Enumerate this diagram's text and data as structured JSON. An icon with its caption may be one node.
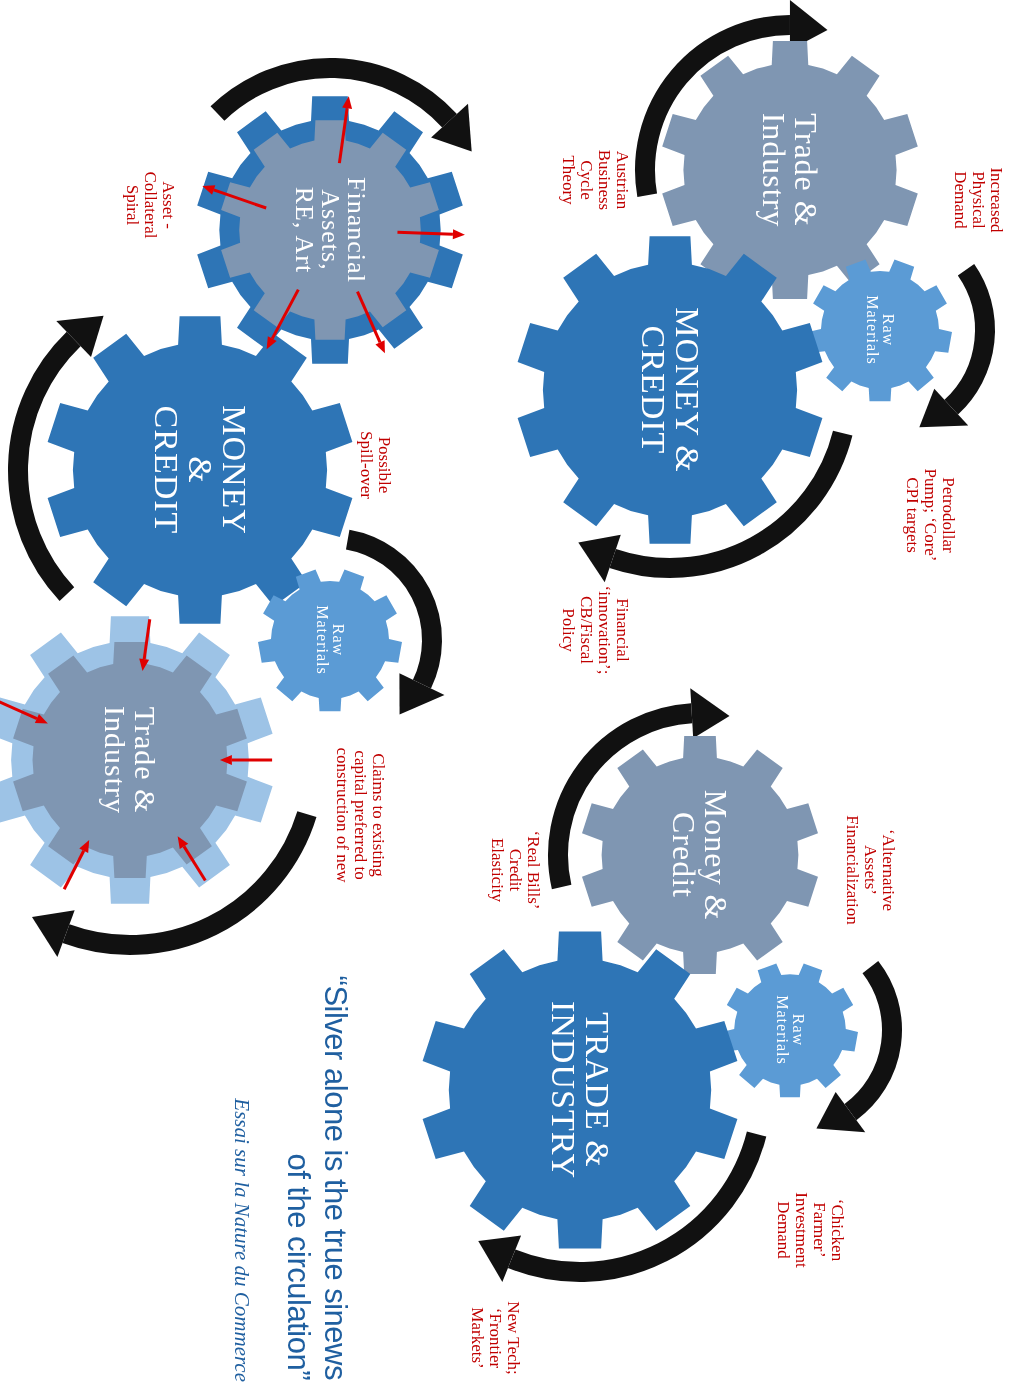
{
  "diagram": {
    "title": "“Silver alone is the true sinews of the circulation”",
    "caption": "Essai sur la Nature du Commerce",
    "nodes": [
      {
        "text": [
          "Trade & Industry"
        ]
      },
      {
        "text": [
          "Raw Materials"
        ]
      },
      {
        "text": [
          "MONEY & CREDIT"
        ]
      },
      {
        "text": [
          "Money & Credit"
        ]
      },
      {
        "text": [
          "Raw Materials"
        ]
      },
      {
        "text": [
          "TRADE & INDUSTRY"
        ]
      },
      {
        "text": [
          "Financial Assets, RE, Art"
        ]
      },
      {
        "text": [
          "MONEY & CREDIT"
        ]
      },
      {
        "text": [
          "Raw Materials"
        ]
      },
      {
        "text": [
          "Trade & Industry"
        ]
      }
    ],
    "labels": [
      "Increased Physical Demand",
      "Austrian Business Cycle Theory",
      "Petrodollar Pump; ‘Core’ CPI targets",
      "Financial ‘innovation’; CB/Fiscal Policy",
      "‘Alternative Assets’ Financialization",
      "‘Real Bills’ Credit Elasticity",
      "‘Chicken Farmer’ Investment Demand",
      "New Tech; ‘Frontier Markets’",
      "Asset - Collateral Spiral",
      "Possible Spill-over",
      "Claims to existing capital preferred to construction of new"
    ]
  }
}
